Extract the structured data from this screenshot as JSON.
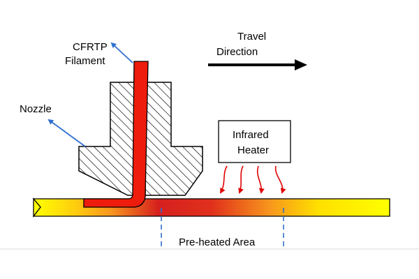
{
  "labels": {
    "filament_line1": "CFRTP",
    "filament_line2": "Filament",
    "nozzle": "Nozzle",
    "travel_line1": "Travel",
    "travel_line2": "Direction",
    "heater_line1": "Infrared",
    "heater_line2": "Heater",
    "preheated_area": "Pre-heated Area"
  },
  "colors": {
    "filament": "#ee1c0c",
    "pointer_arrow": "#2f6fd0",
    "heat_arrow": "#e00000",
    "substrate_cool": "#ffff00",
    "substrate_warm": "#f7941d",
    "substrate_hot": "#d6201f",
    "dashed_marker": "#2f6fd0"
  },
  "icons": {
    "travel_arrow": "arrow-right-icon",
    "heat_arrows": "wavy-arrow-down-icon"
  }
}
